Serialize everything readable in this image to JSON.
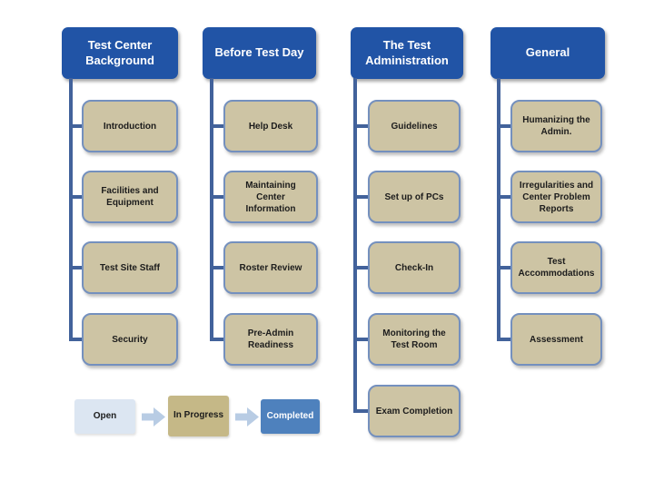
{
  "slide": {
    "type": "status-diagram"
  },
  "columns": [
    {
      "header": "Test Center Background",
      "items": [
        "Introduction",
        "Facilities and Equipment",
        "Test Site Staff",
        "Security"
      ]
    },
    {
      "header": "Before Test Day",
      "items": [
        "Help Desk",
        "Maintaining Center Information",
        "Roster Review",
        "Pre-Admin Readiness"
      ]
    },
    {
      "header": "The Test Administration",
      "items": [
        "Guidelines",
        "Set up of PCs",
        "Check-In",
        "Monitoring the Test Room",
        "Exam Completion"
      ]
    },
    {
      "header": "General",
      "items": [
        "Humanizing the Admin.",
        "Irregularities and Center Problem Reports",
        "Test Accommodations",
        "Assessment"
      ]
    }
  ],
  "legend": {
    "open": "Open",
    "in_progress": "In Progress",
    "completed": "Completed"
  },
  "colors": {
    "header_fill": "#2154A6",
    "header_text": "#FFFFFF",
    "item_fill": "#CDC4A4",
    "item_border": "#7490BE",
    "item_text": "#1C1C1C",
    "connector": "#42629B",
    "legend_open_fill": "#DCE6F2",
    "legend_in_progress_fill": "#C5B887",
    "legend_completed_fill": "#4E81BD",
    "arrow_fill": "#B8CCE4",
    "background": "#FFFFFF"
  }
}
